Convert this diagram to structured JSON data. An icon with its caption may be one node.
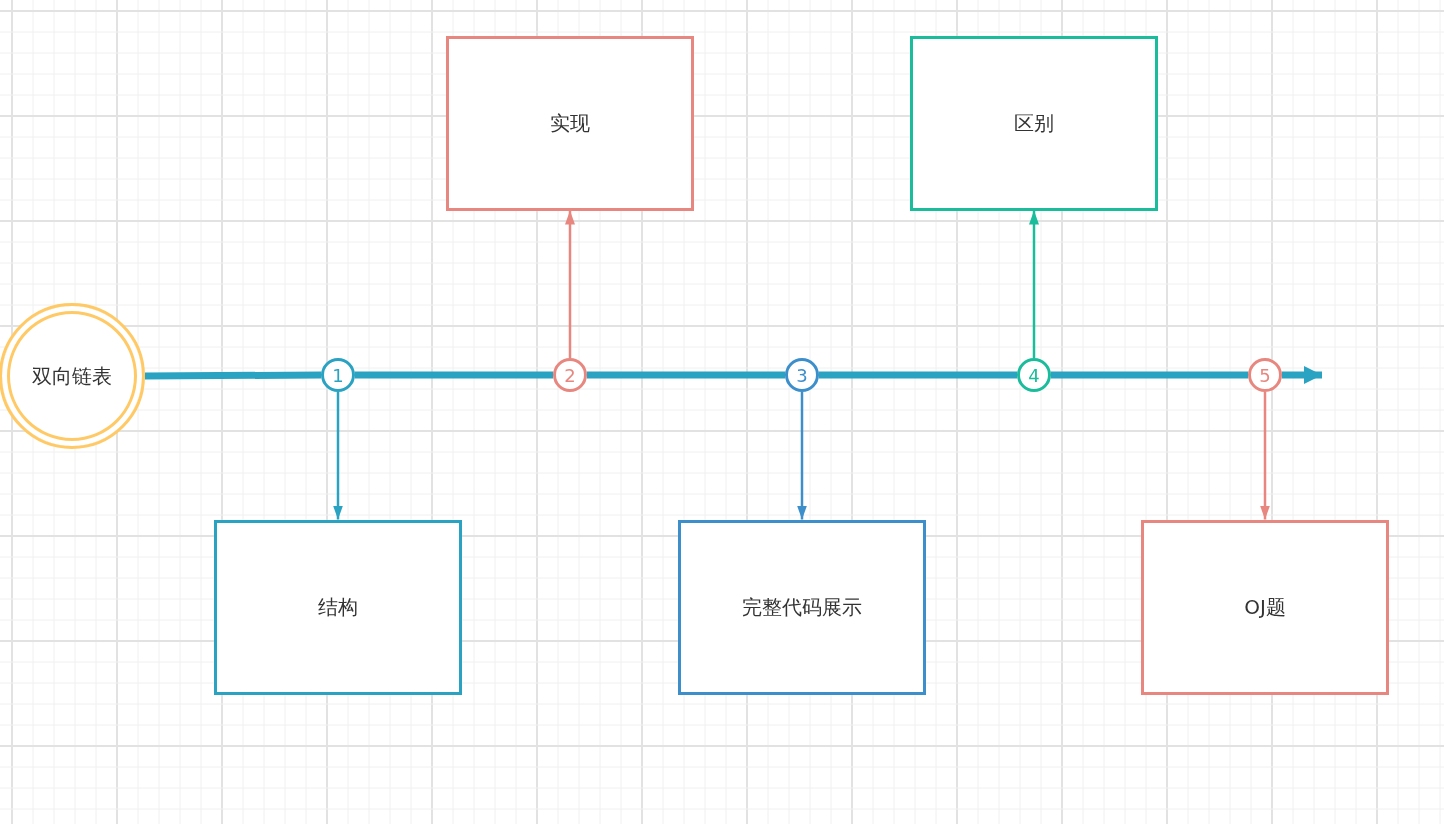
{
  "diagram": {
    "nodes": [
      {
        "text": [
          "双向链表"
        ]
      },
      {
        "text": [
          "1"
        ]
      },
      {
        "text": [
          "2"
        ]
      },
      {
        "text": [
          "3"
        ]
      },
      {
        "text": [
          "4"
        ]
      },
      {
        "text": [
          "5"
        ]
      },
      {
        "text": [
          "实现"
        ]
      },
      {
        "text": [
          "区别"
        ]
      },
      {
        "text": [
          "结构"
        ]
      },
      {
        "text": [
          "完整代码展示"
        ]
      },
      {
        "text": [
          "OJ题"
        ]
      }
    ],
    "edges": [
      {
        "from": 0,
        "to": 1,
        "arrow": "none"
      },
      {
        "from": 1,
        "to": 2,
        "arrow": "none"
      },
      {
        "from": 2,
        "to": 3,
        "arrow": "none"
      },
      {
        "from": 3,
        "to": 4,
        "arrow": "none"
      },
      {
        "from": 4,
        "to": 5,
        "arrow": "none"
      },
      {
        "from": 5,
        "to": null,
        "arrow": "to"
      },
      {
        "from": 1,
        "to": 8,
        "arrow": "to"
      },
      {
        "from": 2,
        "to": 6,
        "arrow": "to",
        "color": "#e8877f"
      },
      {
        "from": 3,
        "to": 9,
        "arrow": "to",
        "color": "#3d8fcc"
      },
      {
        "from": 4,
        "to": 7,
        "arrow": "to",
        "color": "#1bbc9b"
      },
      {
        "from": 5,
        "to": 10,
        "arrow": "to",
        "color": "#e8877f"
      }
    ]
  }
}
